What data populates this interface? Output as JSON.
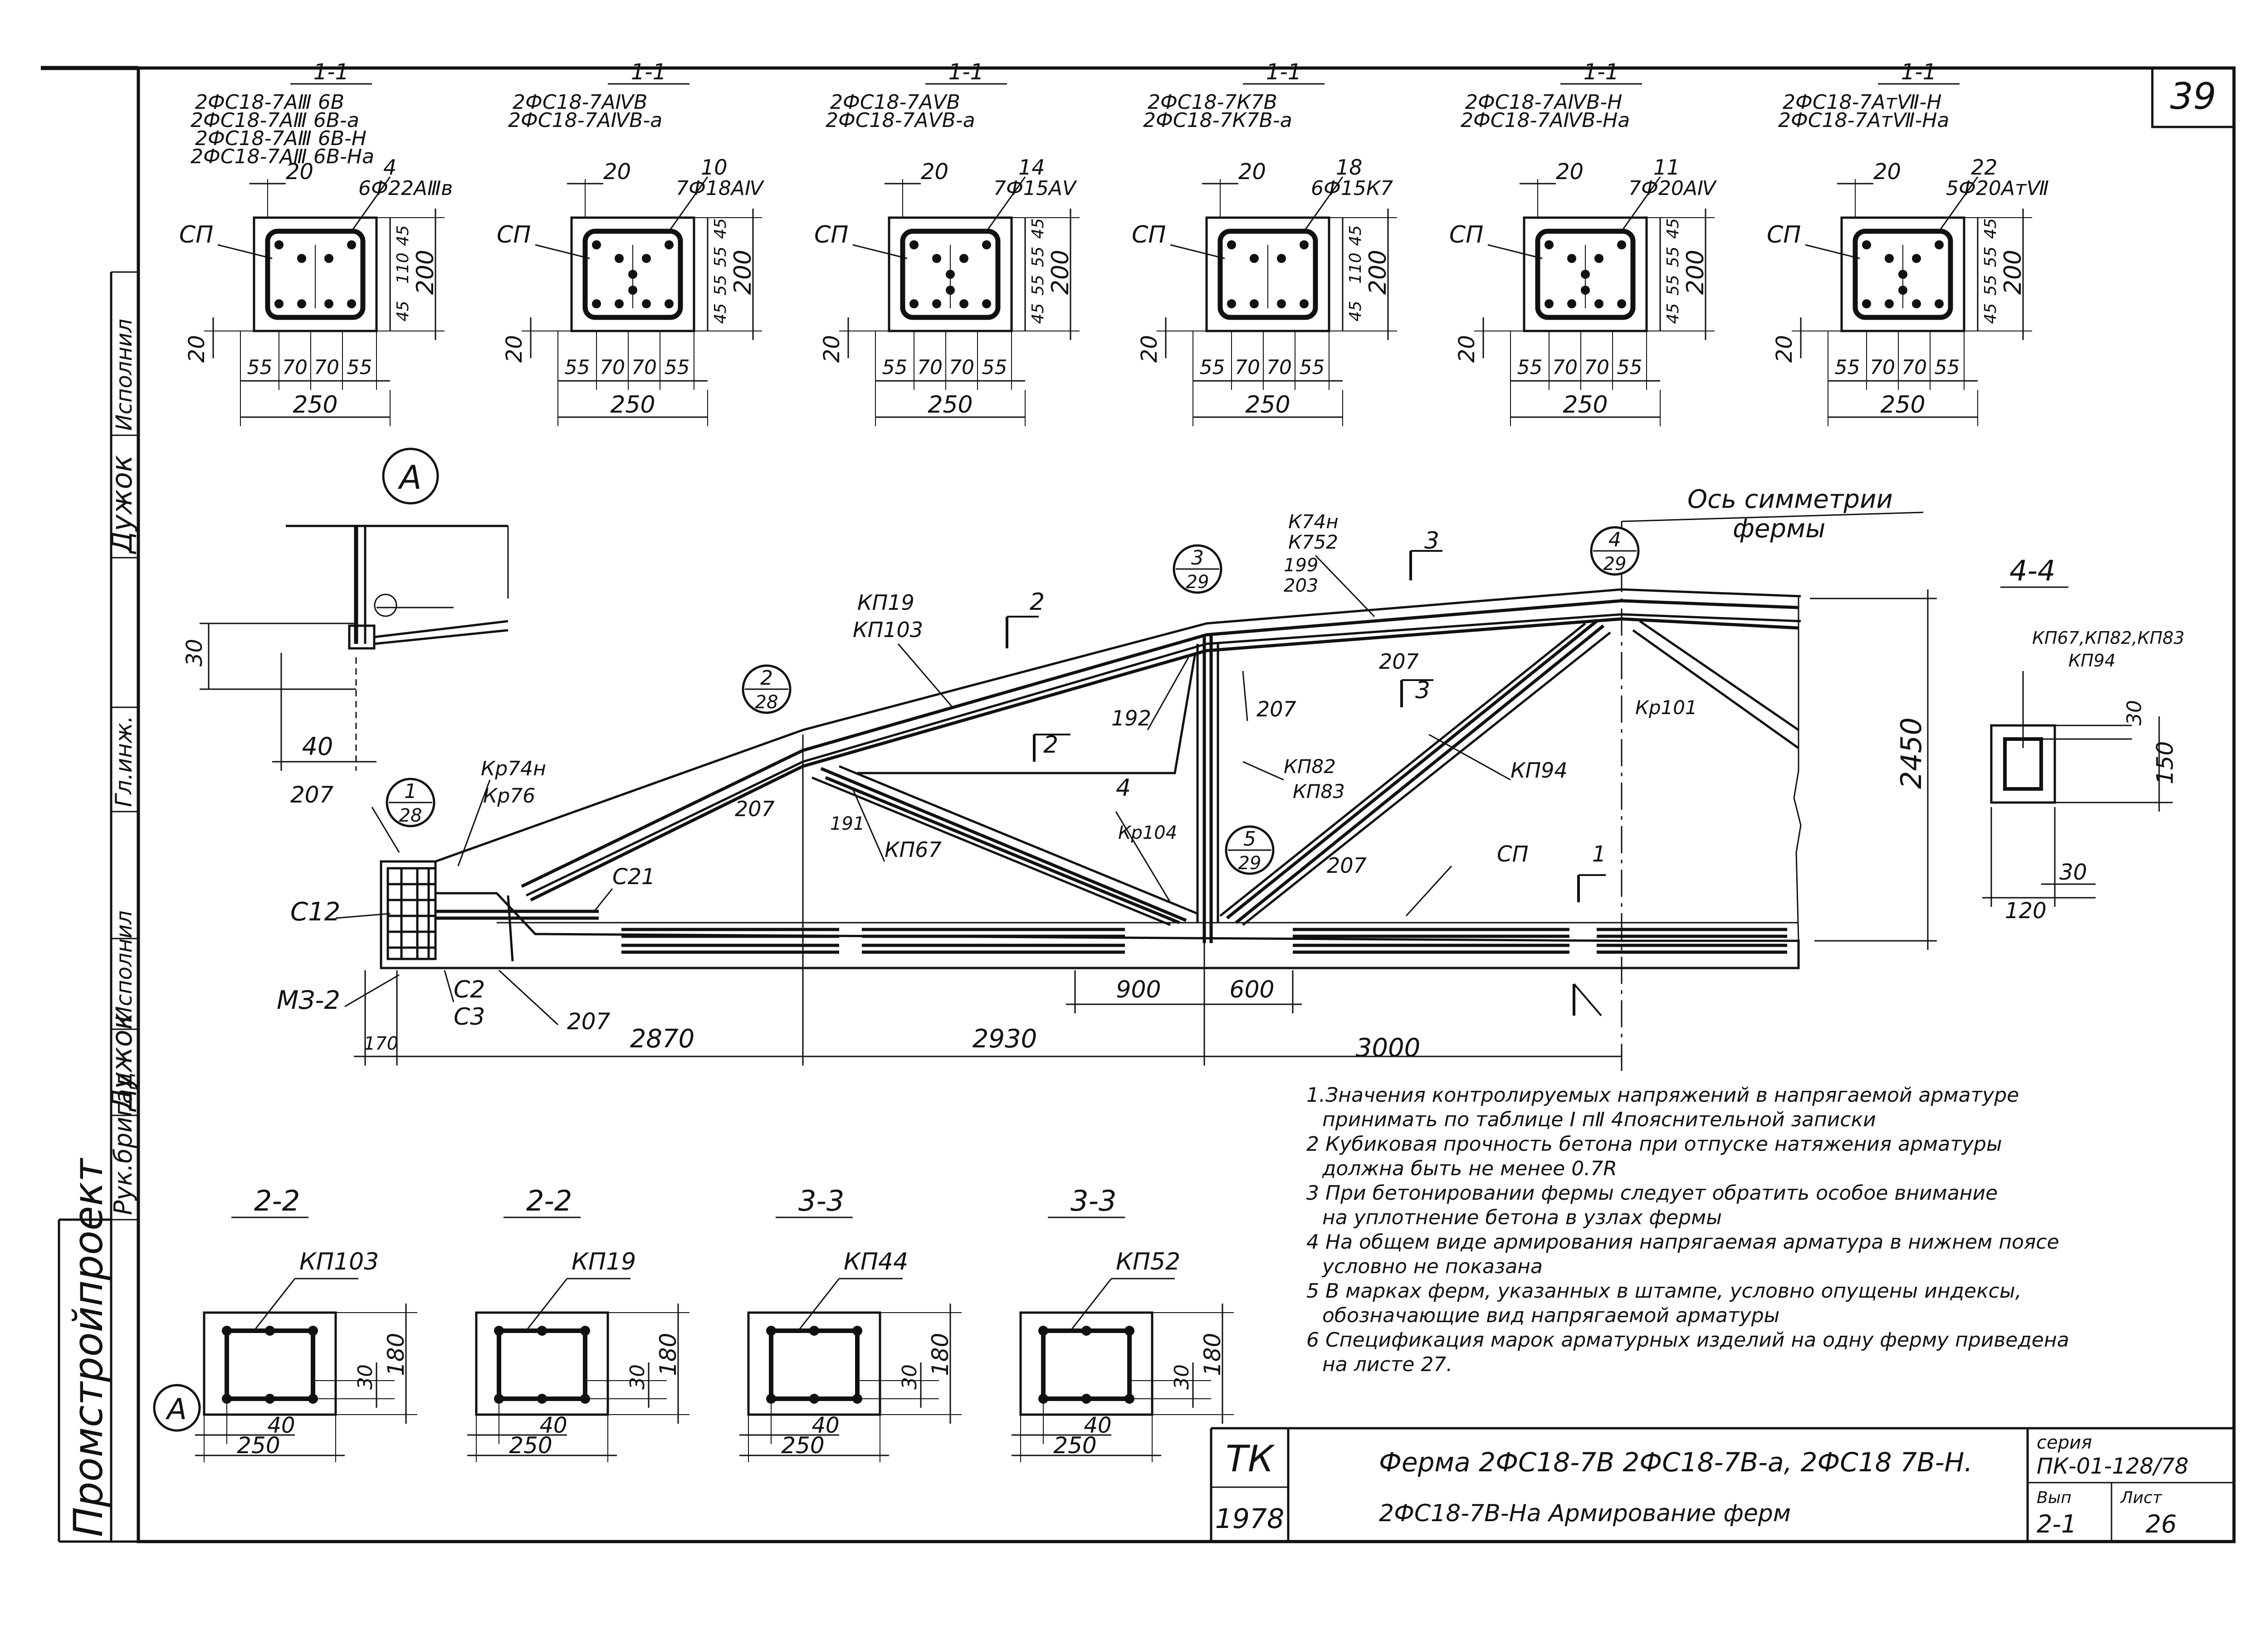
{
  "sheet": {
    "number_box": "39",
    "stamp_tk": "ТК",
    "stamp_year": "1978",
    "title_line1": "Ферма 2ФС18-7В 2ФС18-7В-а, 2ФС18 7В-Н.",
    "title_line2": "2ФС18-7В-На   Армирование ферм",
    "series_label": "серия",
    "series_value": "ПК-01-128/78",
    "issue_label": "Вып",
    "issue_value": "2-1",
    "list_label": "Лист",
    "list_value": "26",
    "left_strip": [
      "Промстройпроект",
      "Рук.бригад",
      "Дужок",
      "Исполнил",
      "Гл.инж.",
      "Дужок",
      "Исполнил"
    ]
  },
  "sections_top": [
    {
      "cut": "1-1",
      "marks": [
        "2ФС18-7АⅢ 6В",
        "2ФС18-7АⅢ 6В-а",
        "2ФС18-7АⅢ 6В-Н",
        "2ФС18-7АⅢ 6В-На"
      ],
      "num": "4",
      "rebar": "6Ф22АⅢв",
      "cover_top": "20",
      "dims_v": [
        "45",
        "110",
        "45"
      ],
      "height": "200",
      "bottom": "20",
      "dims_h": [
        "55",
        "70",
        "70",
        "55"
      ],
      "width": "250",
      "label": "СП"
    },
    {
      "cut": "1-1",
      "marks": [
        "2ФС18-7АⅣВ",
        "2ФС18-7АⅣВ-а"
      ],
      "num": "10",
      "rebar": "7Ф18АⅣ",
      "cover_top": "20",
      "dims_v": [
        "45",
        "55",
        "55",
        "45"
      ],
      "height": "200",
      "bottom": "20",
      "dims_h": [
        "55",
        "70",
        "70",
        "55"
      ],
      "width": "250",
      "label": "СП"
    },
    {
      "cut": "1-1",
      "marks": [
        "2ФС18-7АⅤВ",
        "2ФС18-7АⅤВ-а"
      ],
      "num": "14",
      "rebar": "7Ф15АⅤ",
      "cover_top": "20",
      "dims_v": [
        "45",
        "55",
        "55",
        "45"
      ],
      "height": "200",
      "bottom": "20",
      "dims_h": [
        "55",
        "70",
        "70",
        "55"
      ],
      "width": "250",
      "label": "СП"
    },
    {
      "cut": "1-1",
      "marks": [
        "2ФС18-7К7В",
        "2ФС18-7К7В-а"
      ],
      "num": "18",
      "rebar": "6Ф15К7",
      "cover_top": "20",
      "dims_v": [
        "45",
        "110",
        "45"
      ],
      "height": "200",
      "bottom": "20",
      "dims_h": [
        "55",
        "70",
        "70",
        "55"
      ],
      "width": "250",
      "label": "СП"
    },
    {
      "cut": "1-1",
      "marks": [
        "2ФС18-7АⅣВ-Н",
        "2ФС18-7АⅣВ-На"
      ],
      "num": "11",
      "rebar": "7Ф20АⅣ",
      "cover_top": "20",
      "dims_v": [
        "45",
        "55",
        "55",
        "45"
      ],
      "height": "200",
      "bottom": "20",
      "dims_h": [
        "55",
        "70",
        "70",
        "55"
      ],
      "width": "250",
      "label": "СП"
    },
    {
      "cut": "1-1",
      "marks": [
        "2ФС18-7АтⅦ-Н",
        "2ФС18-7АтⅦ-На"
      ],
      "num": "22",
      "rebar": "5Ф20АтⅦ",
      "cover_top": "20",
      "dims_v": [
        "45",
        "55",
        "55",
        "45"
      ],
      "height": "200",
      "bottom": "20",
      "dims_h": [
        "55",
        "70",
        "70",
        "55"
      ],
      "width": "250",
      "label": "СП"
    }
  ],
  "detail_a": {
    "label": "А",
    "dim_v": "30",
    "dim_h": "40"
  },
  "truss": {
    "symmetry_label": "Ось симметрии",
    "symmetry_label2": "фермы",
    "nodes": [
      {
        "top": "1",
        "bottom": "28"
      },
      {
        "top": "2",
        "bottom": "28"
      },
      {
        "top": "3",
        "bottom": "29"
      },
      {
        "top": "4",
        "bottom": "29"
      },
      {
        "top": "5",
        "bottom": "29"
      }
    ],
    "labels": {
      "kp19": "КП19",
      "kp103": "КП103",
      "k744": "К74н",
      "k752": "К752",
      "n199": "199",
      "n203": "203",
      "n192": "192",
      "n207": "207",
      "n191": "191",
      "kp67": "КП67",
      "kp82": "КП82",
      "kp83": "КП83",
      "kp104": "Кр104",
      "kp94": "КП94",
      "kp101": "Кр101",
      "sp": "СП",
      "c21": "С21",
      "c12": "С12",
      "m32": "МЗ-2",
      "c2": "С2",
      "c3": "С3",
      "kr74": "Кр74н",
      "kr76": "Кр76",
      "cut2": "2",
      "cut3": "3",
      "cut4": "4",
      "cut1": "1"
    },
    "dims": {
      "d170": "170",
      "d2870": "2870",
      "d2930": "2930",
      "d3000": "3000",
      "d900": "900",
      "d600": "600",
      "d2450": "2450"
    }
  },
  "section_44": {
    "title": "4-4",
    "marks1": "КП67,КП82,КП83",
    "marks2": "КП94",
    "d30a": "30",
    "d150": "150",
    "d30b": "30",
    "d120": "120"
  },
  "notes": [
    "1.Значения контролируемых напряжений в напрягаемой арматуре",
    "принимать по таблице I пⅡ 4пояснительной записки",
    "2 Кубиковая прочность бетона при отпуске натяжения арматуры",
    "должна быть не менее 0.7R",
    "3 При бетонировании фермы следует обратить особое внимание",
    "на уплотнение бетона в узлах фермы",
    "4 На общем виде армирования напрягаемая арматура в нижнем поясе",
    "условно не показана",
    "5 В марках ферм, указанных в штампе, условно опущены индексы,",
    "обозначающие вид напрягаемой арматуры",
    "6 Спецификация марок арматурных изделий на одну ферму приведена",
    "на листе 27."
  ],
  "sections_bottom": [
    {
      "title": "2-2",
      "mark": "КП103",
      "d30": "30",
      "d180": "180",
      "d40": "40",
      "d250": "250"
    },
    {
      "title": "2-2",
      "mark": "КП19",
      "d30": "30",
      "d180": "180",
      "d40": "40",
      "d250": "250"
    },
    {
      "title": "3-3",
      "mark": "КП44",
      "d30": "30",
      "d180": "180",
      "d40": "40",
      "d250": "250"
    },
    {
      "title": "3-3",
      "mark": "КП52",
      "d30": "30",
      "d180": "180",
      "d40": "40",
      "d250": "250"
    }
  ],
  "bottom_a_label": "А"
}
